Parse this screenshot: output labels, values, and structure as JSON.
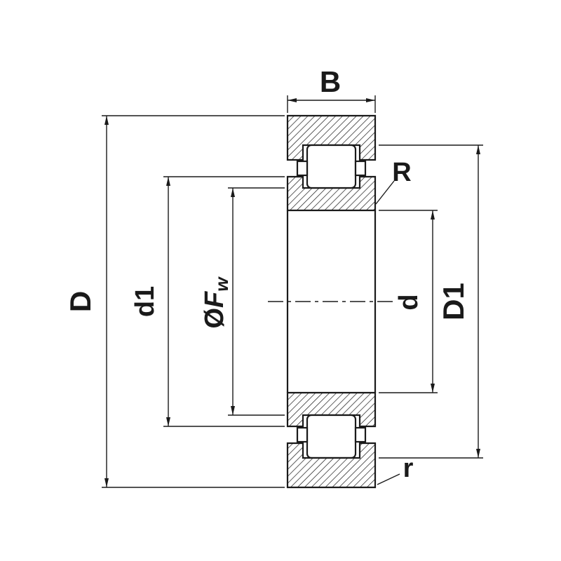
{
  "figure": {
    "title": "Cylindrical roller bearing cross-section dimension drawing",
    "labels": {
      "B": "B",
      "D": "D",
      "d1": "d1",
      "Fw_prefix": "Ø",
      "Fw_main": "F",
      "Fw_sub": "w",
      "d": "d",
      "D1": "D1",
      "R": "R",
      "r": "r"
    },
    "colors": {
      "ink": "#1a1a1a",
      "background": "#ffffff"
    }
  }
}
